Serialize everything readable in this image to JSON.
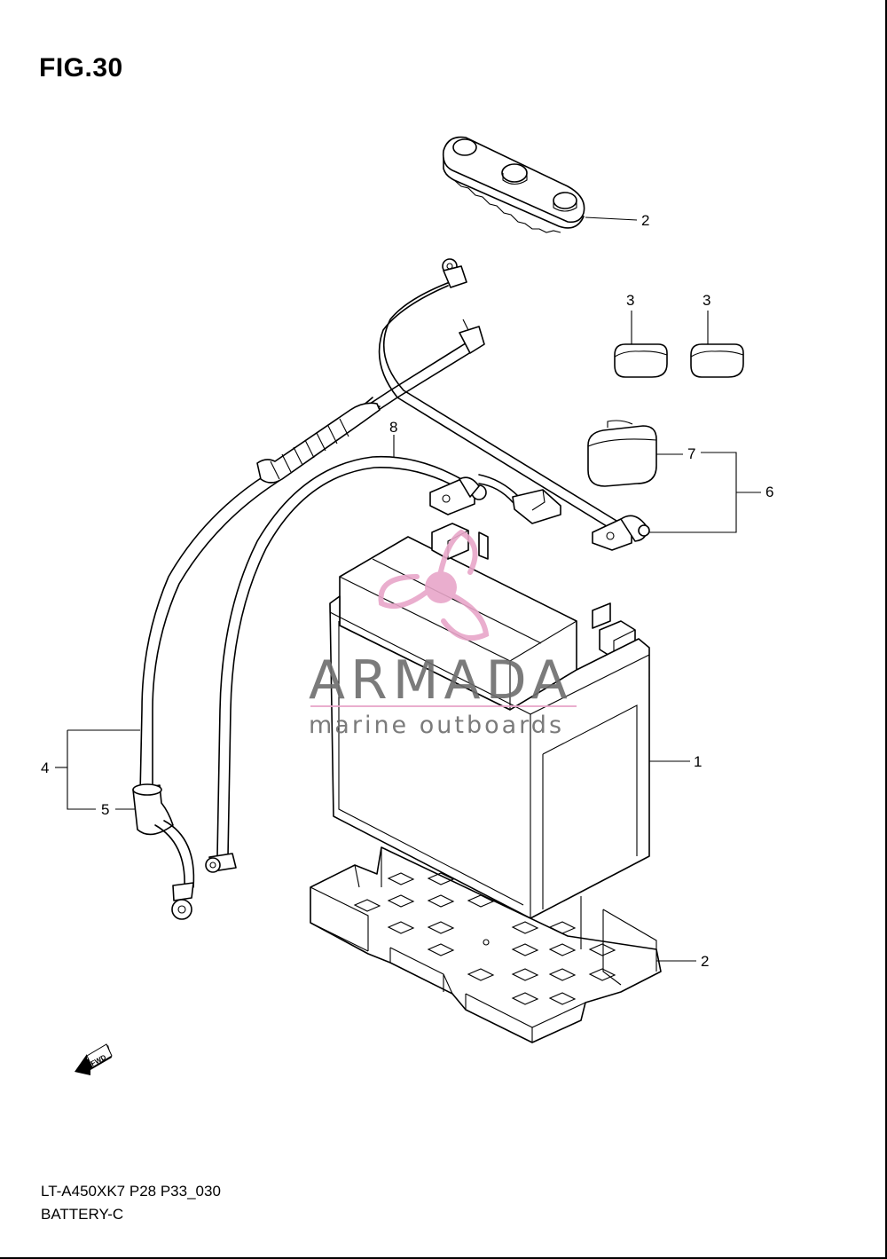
{
  "figure": {
    "title": "FIG.30",
    "code": "LT-A450XK7 P28 P33_030",
    "name": "BATTERY-C"
  },
  "callouts": [
    {
      "id": "c2a",
      "label": "2"
    },
    {
      "id": "c3a",
      "label": "3"
    },
    {
      "id": "c3b",
      "label": "3"
    },
    {
      "id": "c8",
      "label": "8"
    },
    {
      "id": "c7",
      "label": "7"
    },
    {
      "id": "c6",
      "label": "6"
    },
    {
      "id": "c1",
      "label": "1"
    },
    {
      "id": "c4",
      "label": "4"
    },
    {
      "id": "c5",
      "label": "5"
    },
    {
      "id": "c2b",
      "label": "2"
    }
  ],
  "fwd_badge": "FWD",
  "watermark": {
    "brand": "ARMADA",
    "tagline": "marine outboards",
    "accent_color": "#e8a6c9",
    "text_color": "#6d6d6d"
  }
}
